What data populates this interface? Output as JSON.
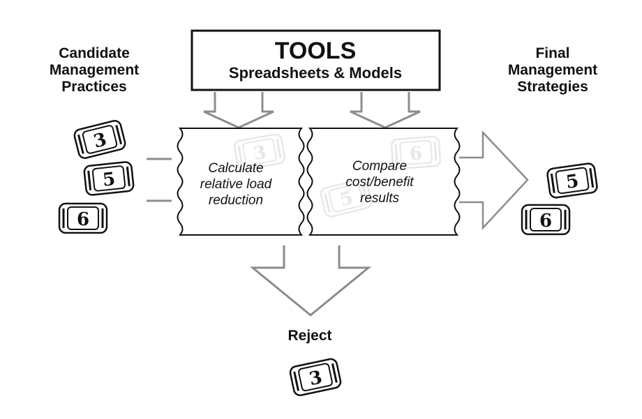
{
  "labels": {
    "candidate": [
      "Candidate",
      "Management",
      "Practices"
    ],
    "final": [
      "Final",
      "Management",
      "Strategies"
    ],
    "reject": "Reject"
  },
  "tools": {
    "title": "TOOLS",
    "subtitle": "Spreadsheets & Models"
  },
  "steps": {
    "calculate": [
      "Calculate",
      "relative load",
      "reduction"
    ],
    "compare": [
      "Compare",
      "cost/benefit",
      "results"
    ]
  },
  "tickets": {
    "candidate": [
      "3",
      "5",
      "6"
    ],
    "ghost_calculate": "3",
    "ghost_compare": [
      "6",
      "5"
    ],
    "final": [
      "5",
      "6"
    ],
    "reject": "3"
  },
  "colors": {
    "ink": "#111111",
    "arrow_stroke": "#8c8c8c",
    "ghost": "#bdbdbd",
    "background": "#ffffff"
  }
}
